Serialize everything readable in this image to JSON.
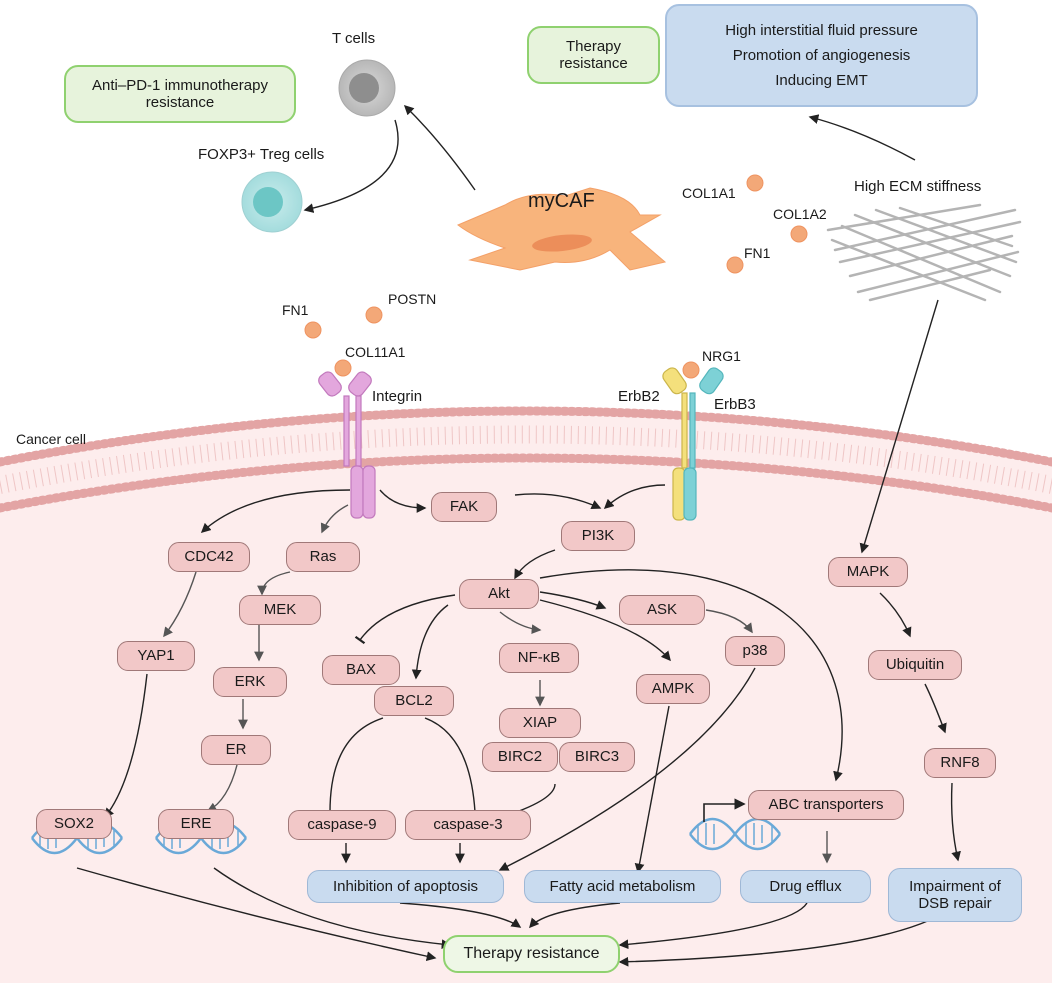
{
  "top": {
    "t_cells": "T cells",
    "treg_cells": "FOXP3+ Treg cells",
    "anti_pd1": "Anti–PD-1 immunotherapy\nresistance",
    "mycaf": "myCAF",
    "therapy_resistance_top": "Therapy\nresistance",
    "ecm_effects": [
      "High interstitial fluid pressure",
      "Promotion of angiogenesis",
      "Inducing EMT"
    ],
    "high_ecm_stiffness": "High ECM stiffness",
    "col1a1": "COL1A1",
    "col1a2": "COL1A2",
    "fn1_right": "FN1"
  },
  "membrane": {
    "fn1": "FN1",
    "postn": "POSTN",
    "col11a1": "COL11A1",
    "integrin": "Integrin",
    "nrg1": "NRG1",
    "erbb2": "ErbB2",
    "erbb3": "ErbB3",
    "cancer_cell": "Cancer cell"
  },
  "nodes": {
    "fak": "FAK",
    "pi3k": "PI3K",
    "cdc42": "CDC42",
    "ras": "Ras",
    "akt": "Akt",
    "mek": "MEK",
    "ask": "ASK",
    "mapk": "MAPK",
    "yap1": "YAP1",
    "bax": "BAX",
    "nfkb": "NF-κB",
    "p38": "p38",
    "erk": "ERK",
    "ampk": "AMPK",
    "ubiquitin": "Ubiquitin",
    "bcl2": "BCL2",
    "xiap": "XIAP",
    "er": "ER",
    "birc2": "BIRC2",
    "birc3": "BIRC3",
    "rnf8": "RNF8",
    "abc": "ABC transporters",
    "sox2": "SOX2",
    "ere": "ERE",
    "casp9": "caspase-9",
    "casp3": "caspase-3"
  },
  "outcomes": {
    "apoptosis": "Inhibition of apoptosis",
    "fatty_acid": "Fatty acid metabolism",
    "drug_efflux": "Drug efflux",
    "dsb": "Impairment of\nDSB repair",
    "therapy_resistance": "Therapy resistance"
  },
  "colors": {
    "cell_fill": "#fdeded",
    "membrane": "#e7a7a7",
    "node_fill": "#f2c8c8",
    "outcome_fill": "#c9dbef",
    "green_border": "#8fd16f",
    "ligand": "#f3a878",
    "caf": "#f8b47c",
    "integrin": "#e3a7dd",
    "erbb2": "#f4e07c",
    "erbb3": "#7dd1d6",
    "dna": "#6aa9d8"
  },
  "icons": [
    "t-cell-icon",
    "treg-cell-icon",
    "mycaf-icon",
    "ecm-fiber-icon",
    "dna-icon",
    "integrin-receptor-icon",
    "erbb2-receptor-icon",
    "erbb3-receptor-icon"
  ]
}
